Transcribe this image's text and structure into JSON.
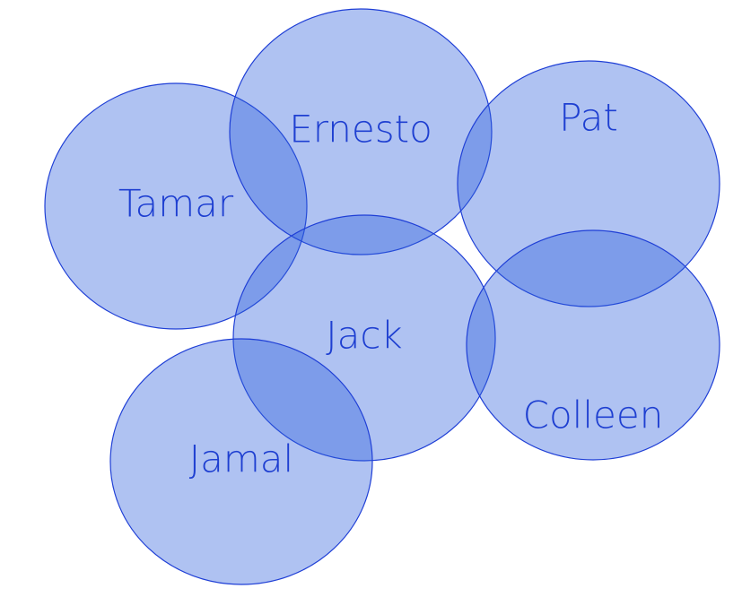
{
  "diagram": {
    "sets": [
      {
        "id": "tamar",
        "label": "Tamar"
      },
      {
        "id": "ernesto",
        "label": "Ernesto"
      },
      {
        "id": "pat",
        "label": "Pat"
      },
      {
        "id": "jack",
        "label": "Jack"
      },
      {
        "id": "colleen",
        "label": "Colleen"
      },
      {
        "id": "jamal",
        "label": "Jamal"
      }
    ],
    "colors": {
      "fill": "#2d5fde",
      "stroke": "#1f3fd6",
      "text": "#1e3fd1"
    }
  }
}
